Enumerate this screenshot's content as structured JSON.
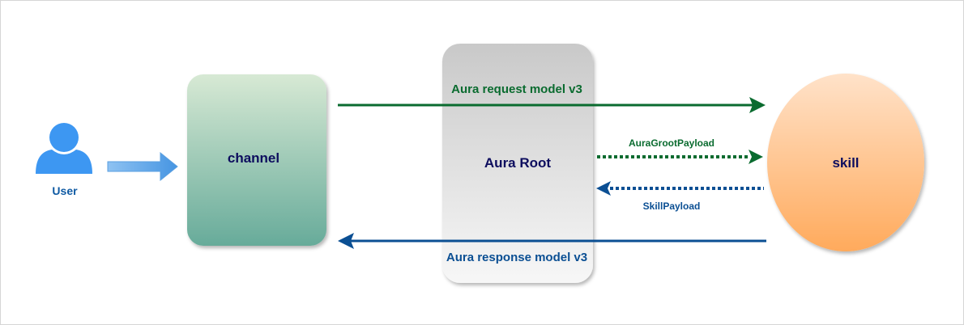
{
  "nodes": {
    "user": {
      "label": "User"
    },
    "channel": {
      "label": "channel"
    },
    "aura_root": {
      "label": "Aura Root"
    },
    "skill": {
      "label": "skill"
    }
  },
  "edges": {
    "request": {
      "label": "Aura request model v3"
    },
    "groot_payload": {
      "label": "AuraGrootPayload"
    },
    "skill_payload": {
      "label": "SkillPayload"
    },
    "response": {
      "label": "Aura response model v3"
    }
  },
  "colors": {
    "user_icon": "#3d97f2",
    "user_label": "#0f5aa3",
    "node_text": "#0d0d5e",
    "request_arrow": "#0a6b2f",
    "response_arrow": "#0b4f93",
    "skill_payload_text": "#0b4f93"
  }
}
